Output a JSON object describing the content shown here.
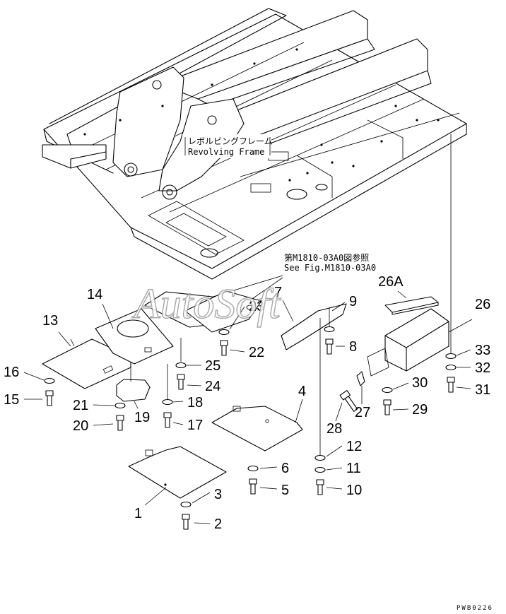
{
  "frame_label": {
    "jp": "レボルビングフレーム",
    "en": "Revolving Frame"
  },
  "reference_note": {
    "jp": "第M1810-03A0図参照",
    "en": "See Fig.M1810-03A0"
  },
  "watermark": "AutoSoft",
  "drawing_code": "PWB0226",
  "callouts": [
    "1",
    "2",
    "3",
    "4",
    "5",
    "6",
    "7",
    "8",
    "9",
    "10",
    "11",
    "12",
    "13",
    "14",
    "15",
    "16",
    "17",
    "18",
    "19",
    "20",
    "21",
    "22",
    "23",
    "24",
    "25",
    "26",
    "26A",
    "27",
    "28",
    "29",
    "30",
    "31",
    "32",
    "33"
  ]
}
